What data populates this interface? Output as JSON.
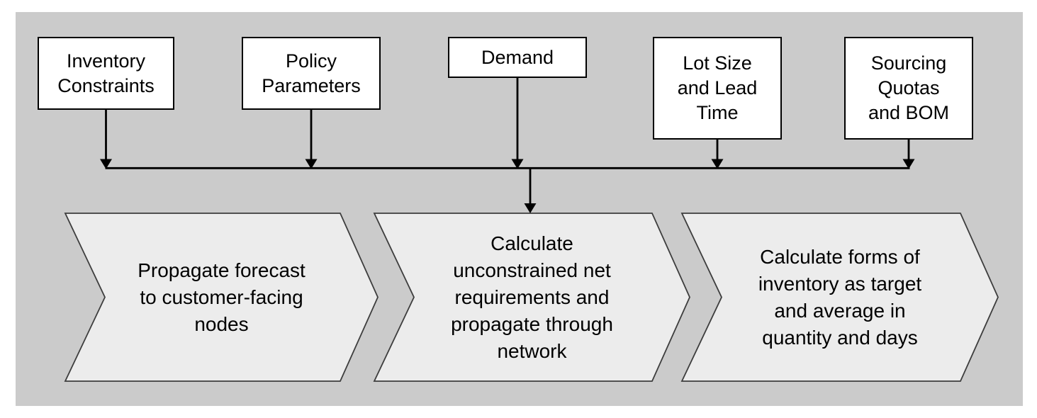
{
  "diagram": {
    "inputs": [
      {
        "label": "Inventory\nConstraints"
      },
      {
        "label": "Policy\nParameters"
      },
      {
        "label": "Demand"
      },
      {
        "label": "Lot Size\nand Lead\nTime"
      },
      {
        "label": "Sourcing\nQuotas\nand BOM"
      }
    ],
    "steps": [
      {
        "label": "Propagate forecast\nto customer-facing\nnodes"
      },
      {
        "label": "Calculate\nunconstrained net\nrequirements and\npropagate through\nnetwork"
      },
      {
        "label": "Calculate forms of\ninventory as target\nand average in\nquantity and days"
      }
    ],
    "colors": {
      "panel_bg": "#cbcbcb",
      "box_fill": "#ffffff",
      "box_border": "#000000",
      "chevron_fill": "#ececec",
      "chevron_border": "#3d3d3d",
      "connector": "#000000",
      "text": "#000000"
    }
  }
}
